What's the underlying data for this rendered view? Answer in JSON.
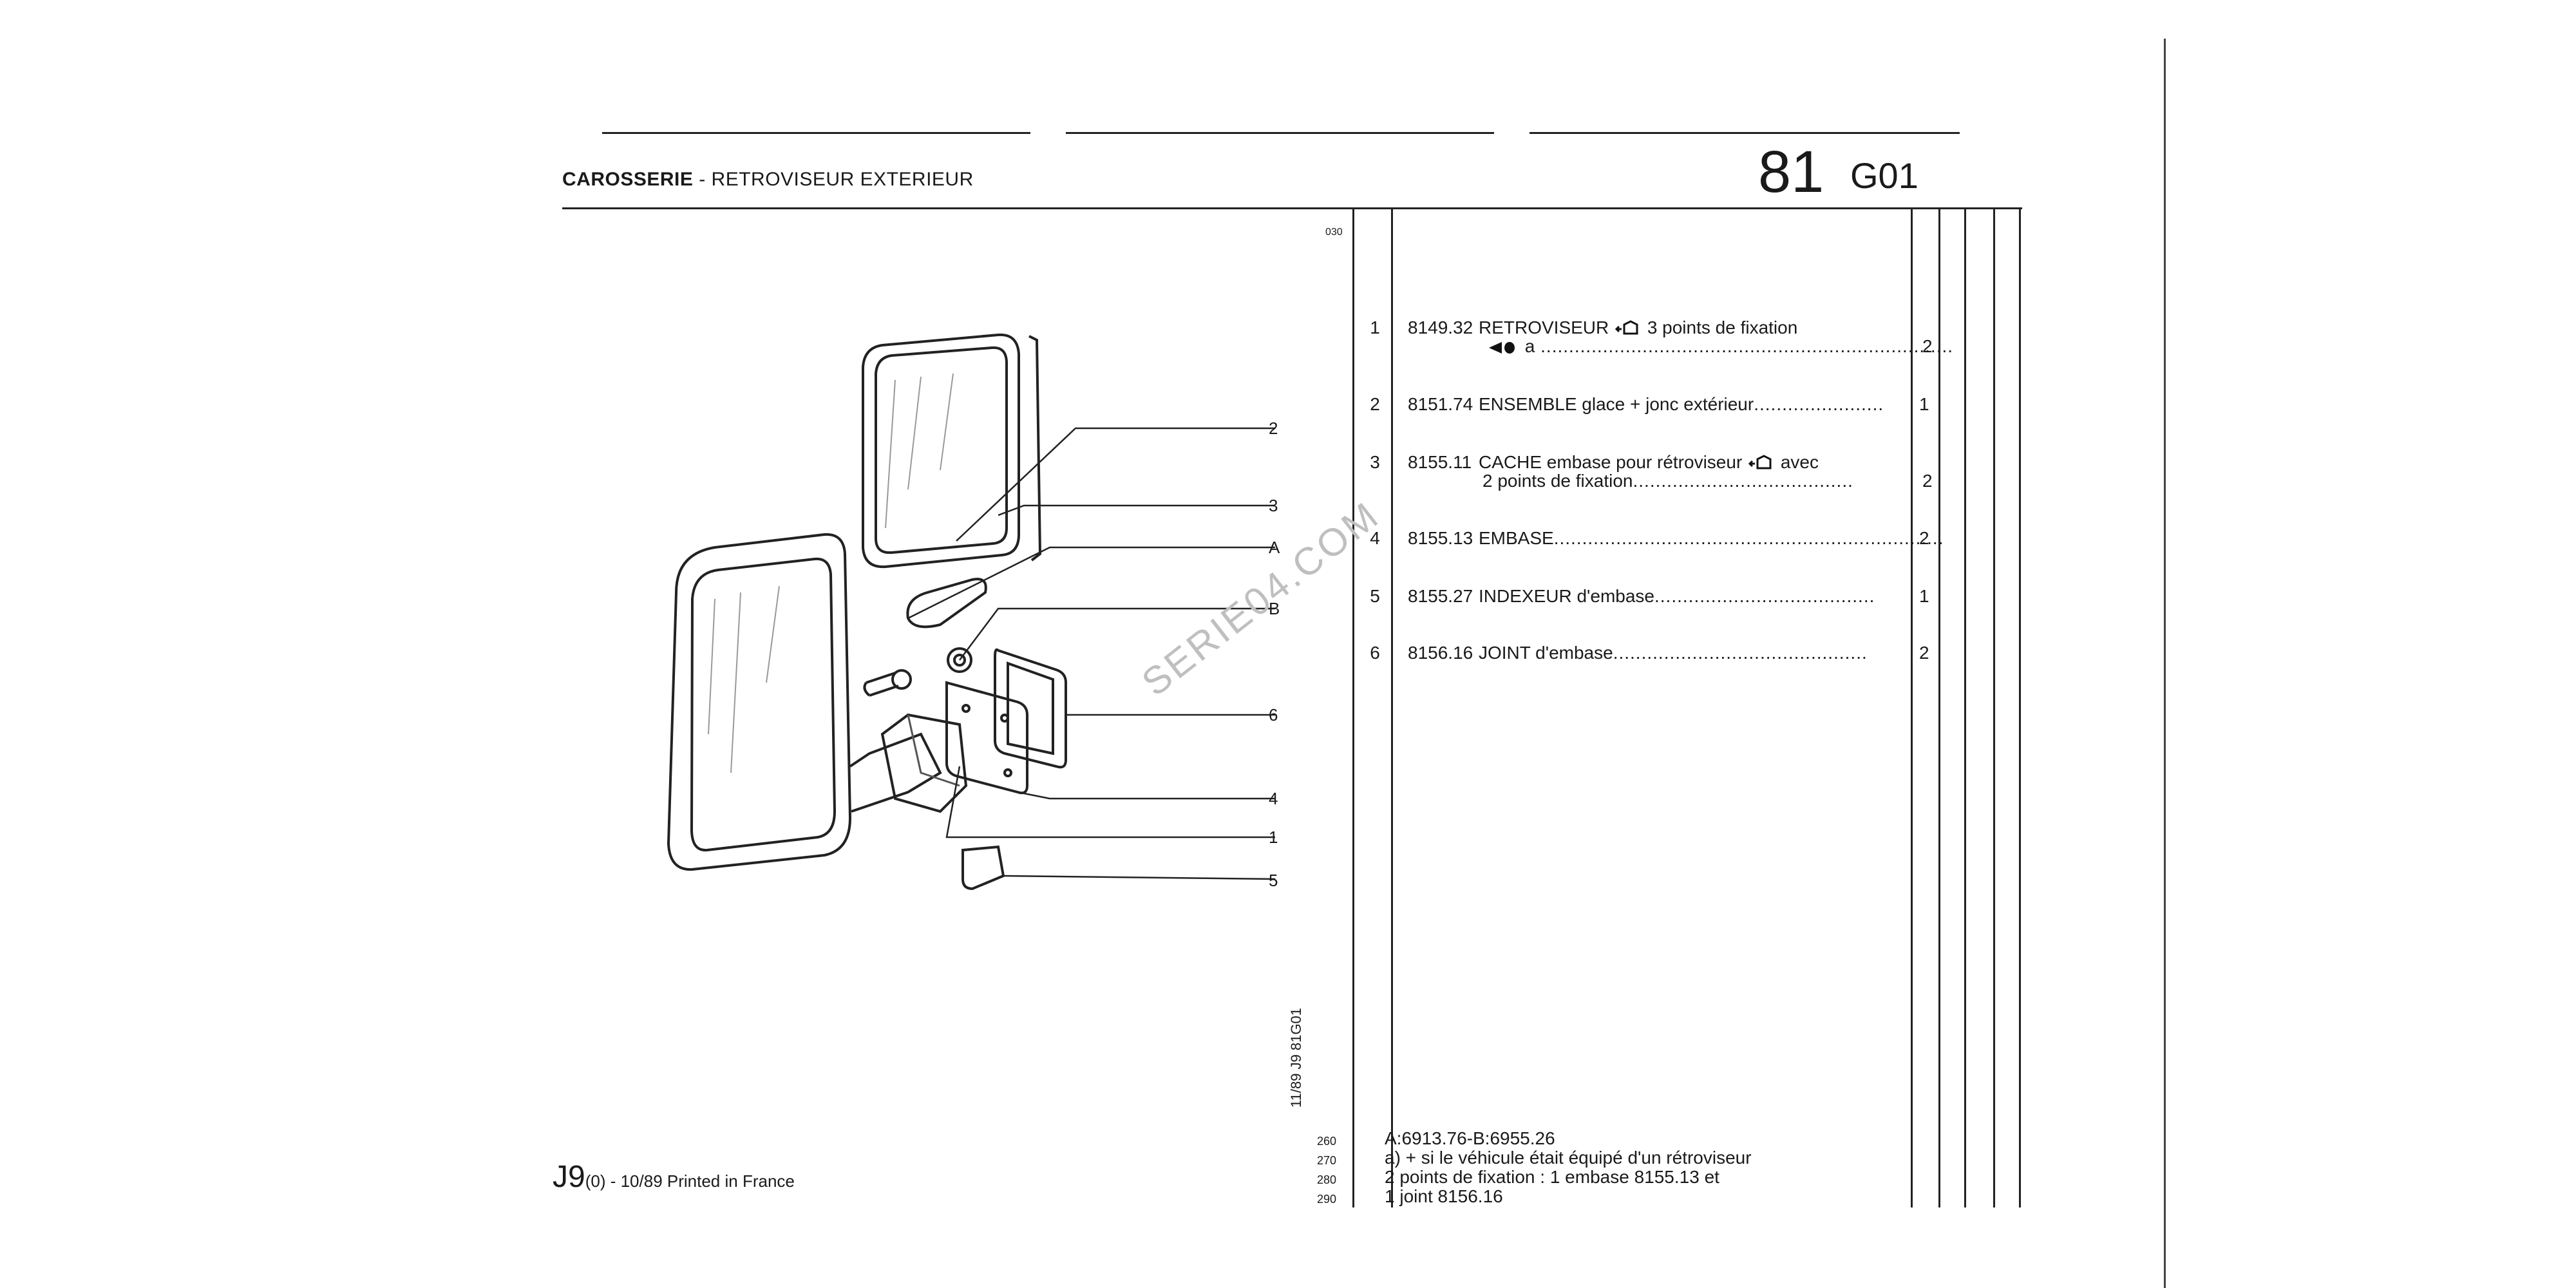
{
  "header": {
    "section_bold": "CAROSSERIE",
    "section_rest": " - RETROVISEUR EXTERIEUR",
    "page_number": "81",
    "page_code": "G01"
  },
  "callouts": [
    "2",
    "3",
    "A",
    "B",
    "6",
    "4",
    "1",
    "5"
  ],
  "table": {
    "top_code": "030",
    "rows": [
      {
        "num": "1",
        "ref": "8149.32",
        "desc": "RETROVISEUR",
        "desc_after": "3 points de fixation",
        "line2": "a",
        "qty": "2"
      },
      {
        "num": "2",
        "ref": "8151.74",
        "desc": "ENSEMBLE glace + jonc extérieur",
        "qty": "1"
      },
      {
        "num": "3",
        "ref": "8155.11",
        "desc": "CACHE embase pour rétroviseur",
        "desc_after": "avec",
        "line2": "2 points de fixation",
        "qty": "2"
      },
      {
        "num": "4",
        "ref": "8155.13",
        "desc": "EMBASE",
        "qty": "2"
      },
      {
        "num": "5",
        "ref": "8155.27",
        "desc": "INDEXEUR d'embase",
        "qty": "1"
      },
      {
        "num": "6",
        "ref": "8156.16",
        "desc": "JOINT d'embase",
        "qty": "2"
      }
    ]
  },
  "vertical_code": "11/89  J9  81G01",
  "notes": {
    "line_numbers": [
      "260",
      "270",
      "280",
      "290"
    ],
    "lines": [
      "A:6913.76-B:6955.26",
      "a)  +  si le véhicule était équipé d'un rétroviseur",
      "   2 points de fixation : 1 embase 8155.13 et",
      "   1 joint 8156.16"
    ]
  },
  "footer": {
    "code": "J9",
    "variant": "(0)",
    "print_info": " - 10/89 Printed in France"
  },
  "watermark": "SERIE04.COM"
}
